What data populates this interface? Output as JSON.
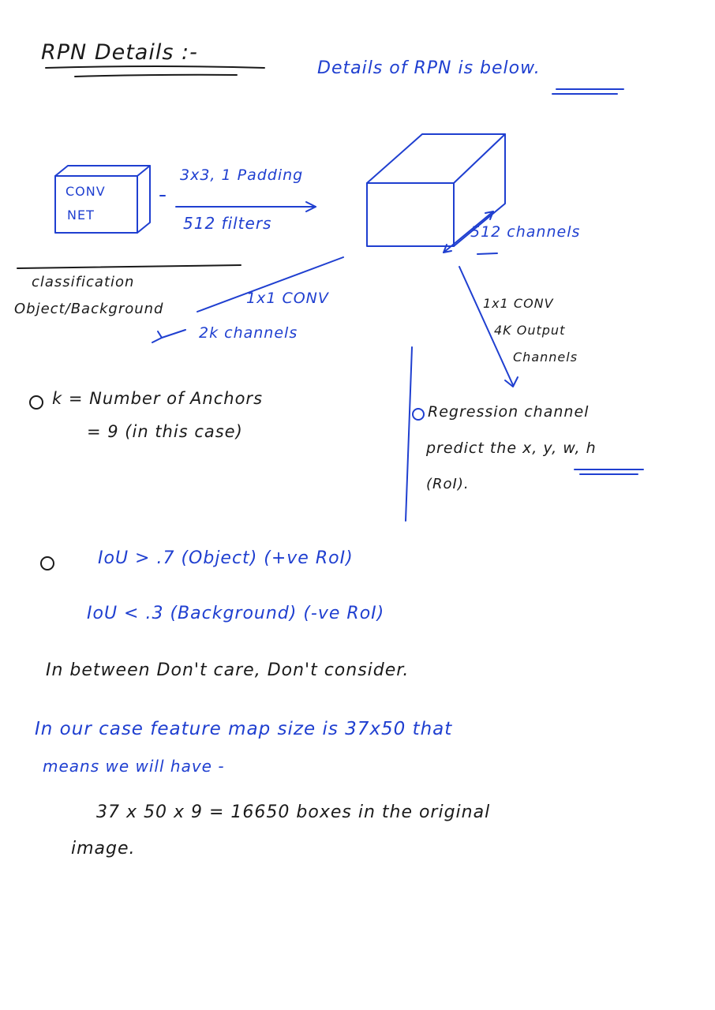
{
  "colors": {
    "black_ink": "#1a1a1a",
    "blue_ink": "#1f3fd0",
    "paper": "#ffffff"
  },
  "title": "RPN Details :-",
  "subtitle": "Details of RPN is below.",
  "conv_box_label_1": "CONV",
  "conv_box_label_2": "NET",
  "conv_spec_1": "3x3, 1 Padding",
  "conv_spec_2": "512 filters",
  "cube_label": "512 channels",
  "classification_title": "classification",
  "classification_label": "Object/Background",
  "cls_conv": "1x1 CONV",
  "cls_channels": "2k channels",
  "k_line_1": "k = Number of Anchors",
  "k_line_2": "= 9 (in this case)",
  "reg_conv_1": "1x1 CONV",
  "reg_conv_2": "4K Output",
  "reg_conv_3": "Channels",
  "reg_line_1": "Regression channel",
  "reg_line_2": "predict the x, y, w, h",
  "reg_line_3": "(RoI).",
  "iou_high": "IoU > .7   (Object) (+ve RoI)",
  "iou_low": "IoU < .3  (Background) (-ve RoI)",
  "iou_between": "In between  Don't care, Don't consider.",
  "feature_line_1": "In our case feature map size is 37x50 that",
  "feature_line_2": "means   we will have -",
  "boxes_line": "37 x 50 x 9 = 16650 boxes in the original",
  "image_word": "image."
}
